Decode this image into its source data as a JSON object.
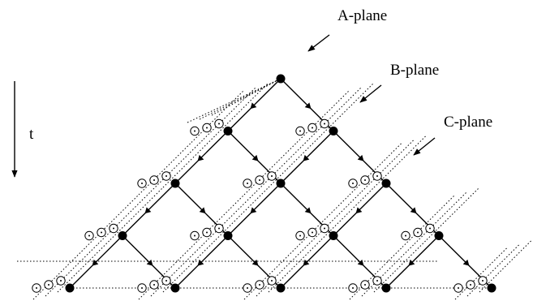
{
  "labels": {
    "a_plane": "A-plane",
    "b_plane": "B-plane",
    "c_plane": "C-plane",
    "time": "t"
  },
  "colors": {
    "ink": "#000000",
    "background": "#ffffff"
  }
}
